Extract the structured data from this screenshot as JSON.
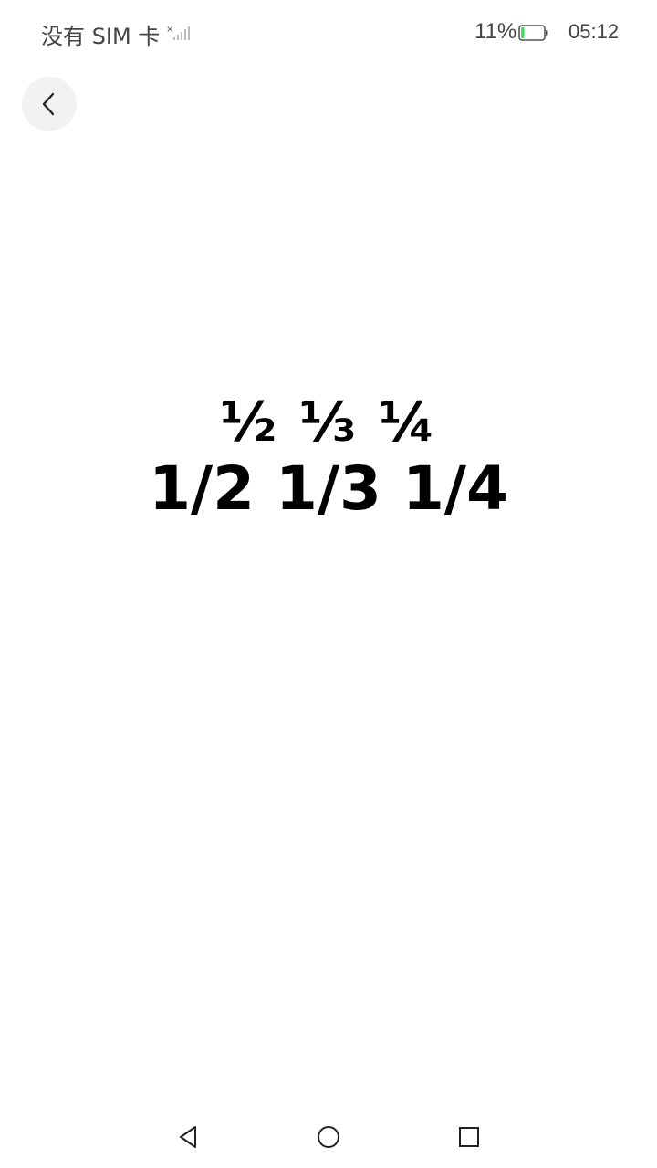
{
  "status_bar": {
    "carrier": "没有 SIM 卡",
    "battery_percent": "11%",
    "battery_level": 0.11,
    "battery_color": "#4cd964",
    "time": "05:12",
    "signal_icon": "no-signal-icon",
    "battery_icon": "battery-icon"
  },
  "header": {
    "back_icon": "chevron-left-icon"
  },
  "content": {
    "unicode_fractions": "½ ⅓ ¼",
    "plain_fractions": "1/2 1/3 1/4"
  },
  "nav_bar": {
    "back_icon": "triangle-back-icon",
    "home_icon": "circle-home-icon",
    "recents_icon": "square-recents-icon"
  }
}
